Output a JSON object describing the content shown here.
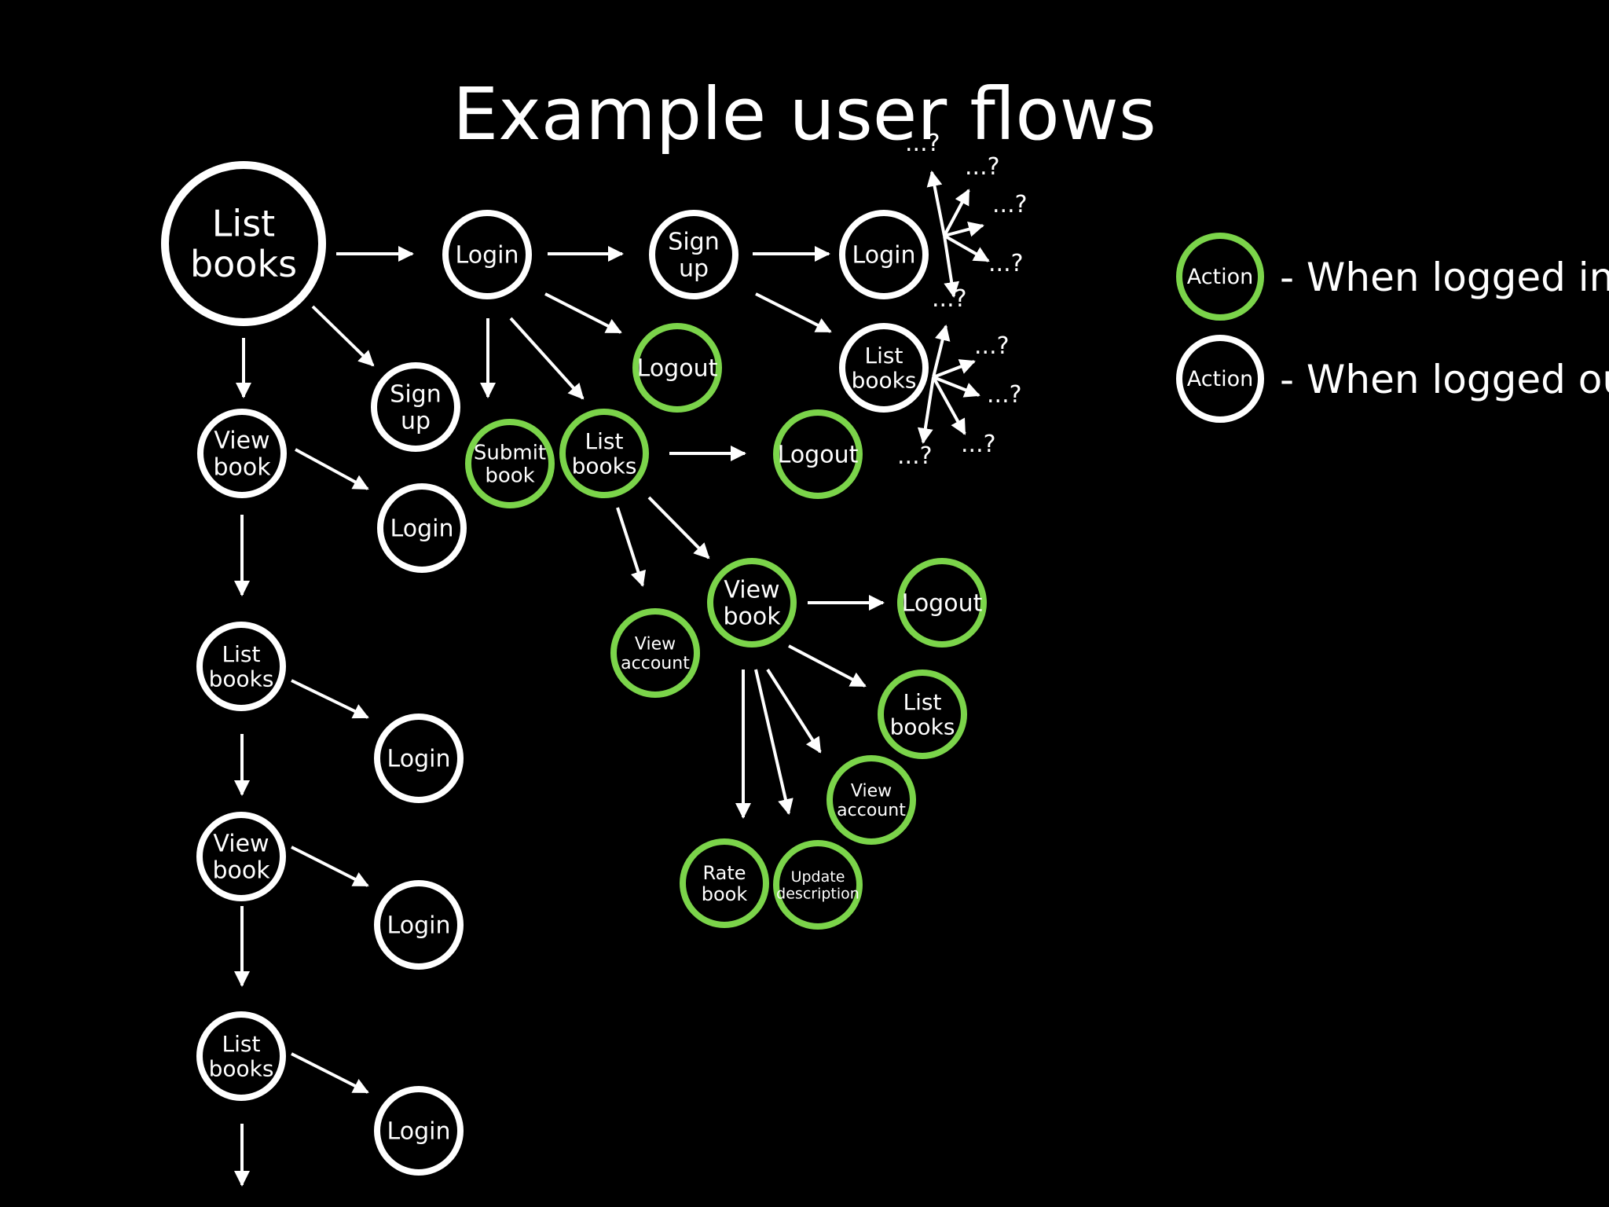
{
  "title": "Example user flows",
  "colors": {
    "logged_in": "#7bd44a",
    "logged_out": "#ffffff",
    "background": "#000000"
  },
  "nodes": {
    "n0": [
      "List",
      "books"
    ],
    "n1": [
      "Login"
    ],
    "n2": [
      "Sign",
      "up"
    ],
    "n3": [
      "Login"
    ],
    "n4": [
      "List",
      "books"
    ],
    "n5": [
      "Logout"
    ],
    "n6": [
      "Sign",
      "up"
    ],
    "n7": [
      "Submit",
      "book"
    ],
    "n8": [
      "List",
      "books"
    ],
    "n9": [
      "Logout"
    ],
    "n10": [
      "View",
      "book"
    ],
    "n11": [
      "Login"
    ],
    "n12": [
      "View",
      "book"
    ],
    "n13": [
      "Logout"
    ],
    "n14": [
      "View",
      "account"
    ],
    "n15": [
      "List",
      "books"
    ],
    "n16": [
      "View",
      "account"
    ],
    "n17": [
      "Rate",
      "book"
    ],
    "n18": [
      "Update",
      "description"
    ],
    "n19": [
      "List",
      "books"
    ],
    "n20": [
      "Login"
    ],
    "n21": [
      "View",
      "book"
    ],
    "n22": [
      "Login"
    ],
    "n23": [
      "List",
      "books"
    ],
    "n24": [
      "Login"
    ]
  },
  "question_mark": "...?",
  "legend": [
    {
      "node_label": "Action",
      "text": "- When logged in",
      "state": "logged_in"
    },
    {
      "node_label": "Action",
      "text": "- When logged out",
      "state": "logged_out"
    }
  ]
}
